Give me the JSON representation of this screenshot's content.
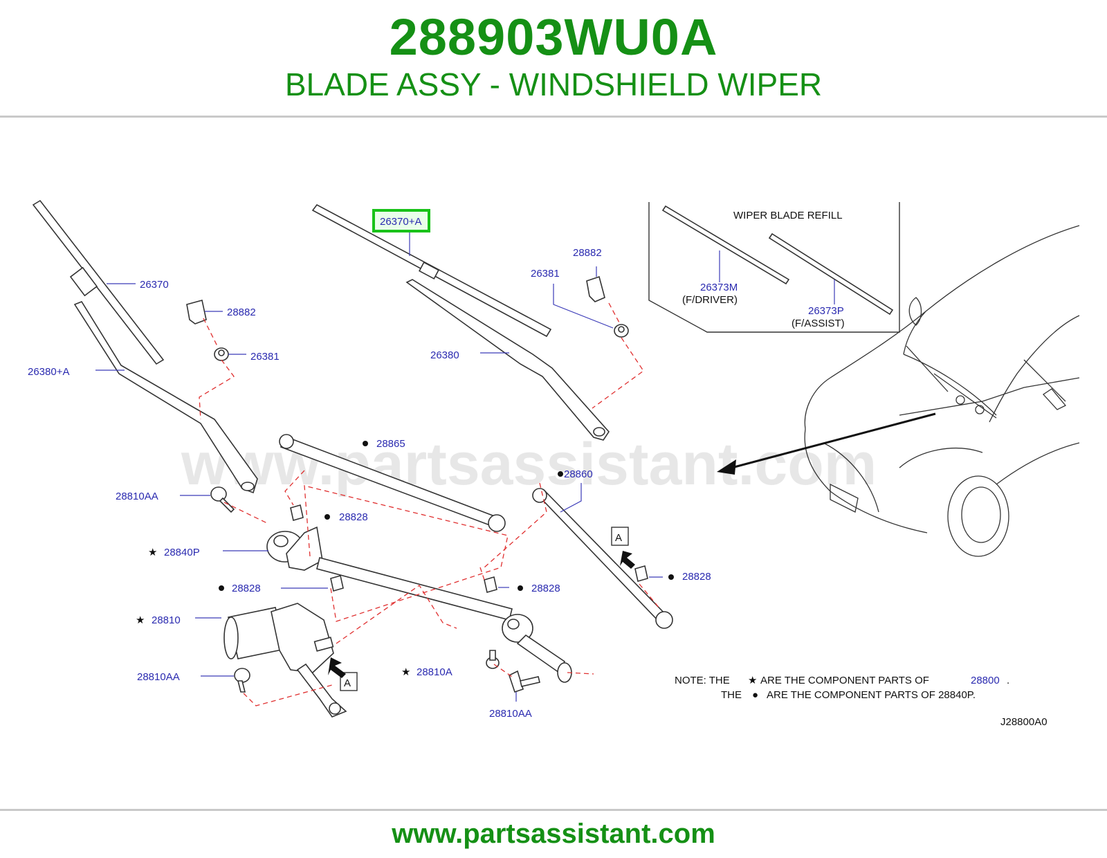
{
  "header": {
    "part_number": "288903WU0A",
    "description": "BLADE ASSY - WINDSHIELD WIPER"
  },
  "footer": {
    "url": "www.partsassistant.com"
  },
  "diagram": {
    "watermark": "www.partsassistant.com",
    "highlighted_label": "26370+A",
    "highlight_color": "#19c219",
    "labels": {
      "l26370": "26370",
      "l28882a": "28882",
      "l26381a": "26381",
      "l26380a": "26380+A",
      "l28882b": "28882",
      "l26381b": "26381",
      "l26380": "26380",
      "l28865": "28865",
      "l28860": "28860",
      "l28810aa1": "28810AA",
      "l28828a": "28828",
      "l28840p": "28840P",
      "l28828b": "28828",
      "l28828c": "28828",
      "l28828d": "28828",
      "l28810": "28810",
      "l28810aa2": "28810AA",
      "l28810a": "28810A",
      "l28810aa3": "28810AA",
      "arrow_a1": "A",
      "arrow_a2": "A"
    },
    "refill": {
      "title": "WIPER   BLADE   REFILL",
      "driver_part": "26373M",
      "driver_note": "(F/DRIVER)",
      "assist_part": "26373P",
      "assist_note": "(F/ASSIST)"
    },
    "note": {
      "line1_a": "NOTE:  THE",
      "star": "★",
      "line1_b": "ARE  THE  COMPONENT  PARTS  OF",
      "line1_part": "28800",
      "line1_end": ".",
      "line2_a": "THE",
      "dot": "●",
      "line2_b": "ARE  THE  COMPONENT  PARTS  OF  28840P."
    },
    "code": "J28800A0"
  }
}
